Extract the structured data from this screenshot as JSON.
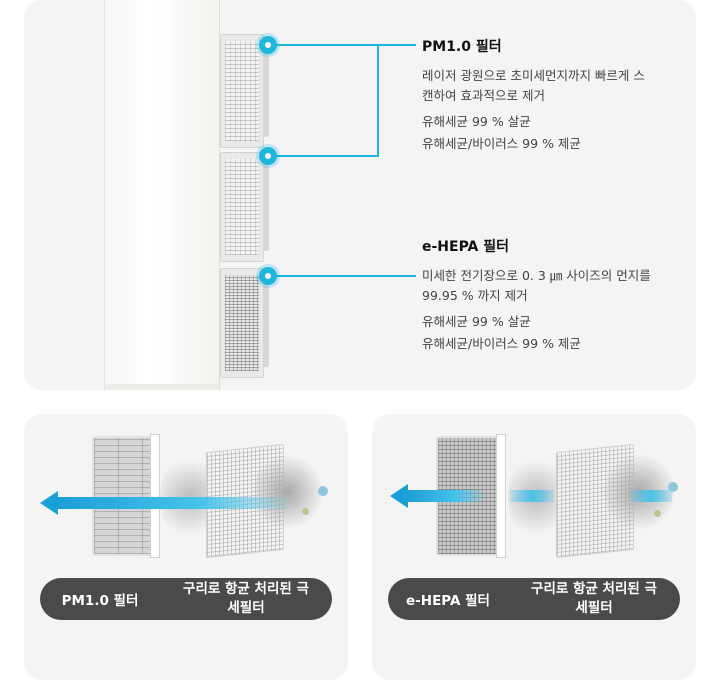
{
  "colors": {
    "accent": "#1fb6de",
    "arrow": "#1a9fd6",
    "pill_bg": "#4a4a4a",
    "panel_bg": "#f4f4f4"
  },
  "top": {
    "pm10": {
      "title": "PM1.0 필터",
      "desc": "레이저 광원으로 초미세먼지까지 빠르게 스캔하여 효과적으로 제거",
      "item1": "유해세균 99 % 살균",
      "item2": "유해세균/바이러스 99 % 제균"
    },
    "ehepa": {
      "title": "e-HEPA 필터",
      "desc": "미세한 전기장으로 0. 3 ㎛ 사이즈의 먼지를 99.95 % 까지 제거",
      "item1": "유해세균 99 % 살균",
      "item2": "유해세균/바이러스 99 % 제균"
    }
  },
  "bottom_left": {
    "label_left": "PM1.0 필터",
    "label_right": "구리로 항균 처리된 극세필터"
  },
  "bottom_right": {
    "label_left": "e-HEPA 필터",
    "label_right": "구리로 항균 처리된 극세필터"
  },
  "icons": [
    "connector-dot-icon",
    "flow-arrow-icon"
  ]
}
